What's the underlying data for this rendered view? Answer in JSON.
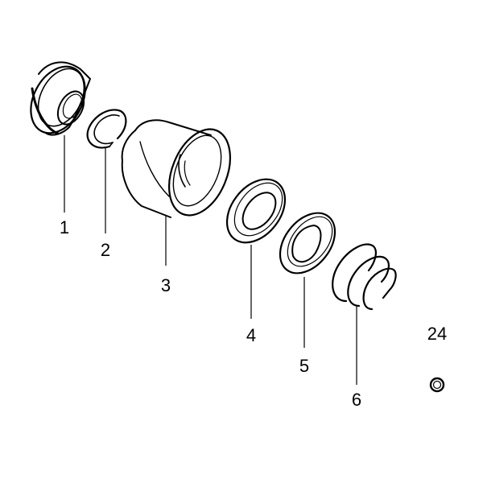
{
  "parts": [
    {
      "id": "bearing-seal-housing",
      "callout": "1"
    },
    {
      "id": "snap-ring",
      "callout": "2"
    },
    {
      "id": "sleeve",
      "callout": "3"
    },
    {
      "id": "flat-washer",
      "callout": "4"
    },
    {
      "id": "seal-ring",
      "callout": "5"
    },
    {
      "id": "spring",
      "callout": "6"
    },
    {
      "id": "o-ring",
      "callout": "24"
    }
  ]
}
